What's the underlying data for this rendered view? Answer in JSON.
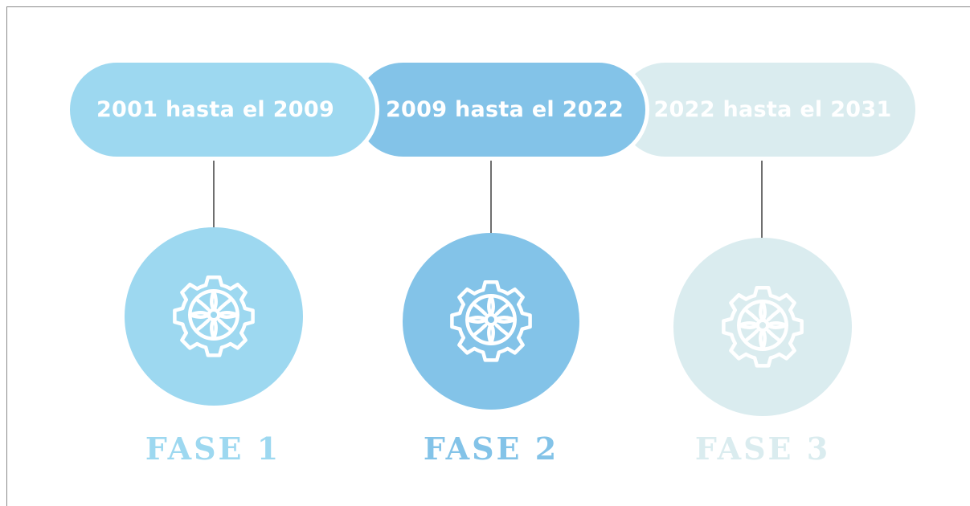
{
  "colors": {
    "phase1": "#9dd8f0",
    "phase2": "#83c3e8",
    "phase3": "#daecef"
  },
  "timeline": {
    "periods": [
      {
        "label": "2001 hasta el 2009"
      },
      {
        "label": "2009 hasta el 2022"
      },
      {
        "label": "2022 hasta el 2031"
      }
    ],
    "phases": [
      {
        "label": "FASE 1",
        "icon": "gear-icon"
      },
      {
        "label": "FASE 2",
        "icon": "gear-icon"
      },
      {
        "label": "FASE 3",
        "icon": "gear-icon"
      }
    ]
  }
}
